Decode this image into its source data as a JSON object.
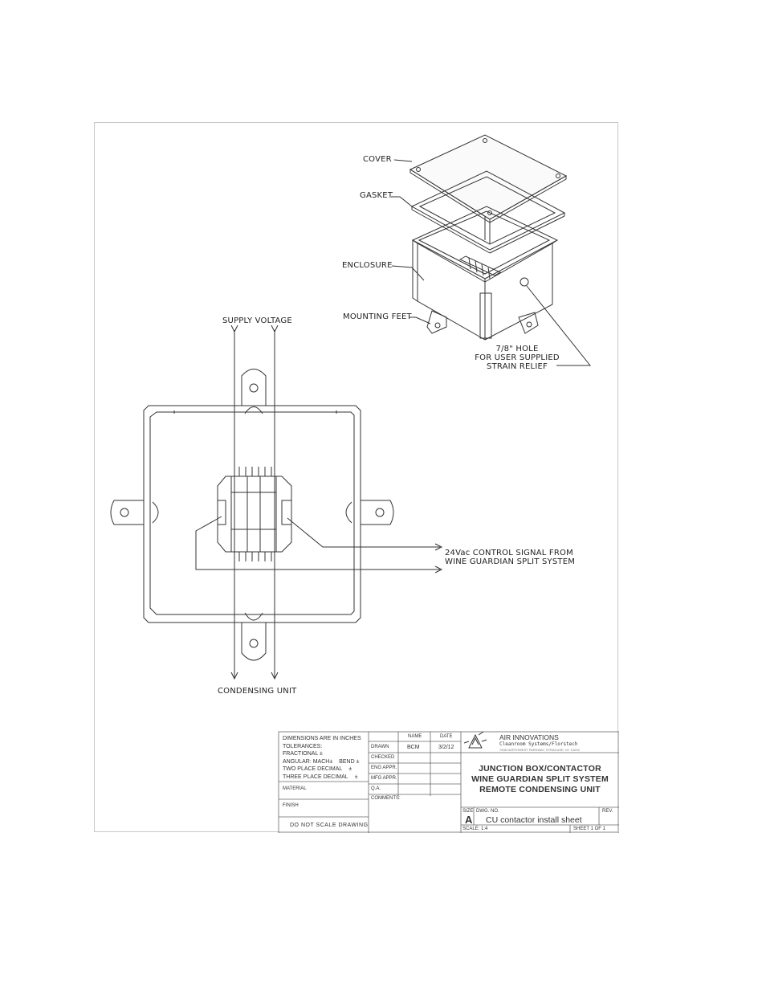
{
  "callouts": {
    "cover": "COVER",
    "gasket": "GASKET",
    "enclosure": "ENCLOSURE",
    "mounting_feet": "MOUNTING FEET",
    "hole_line1": "7/8\" HOLE",
    "hole_line2": "FOR USER SUPPLIED",
    "hole_line3": "STRAIN RELIEF",
    "supply_voltage": "SUPPLY VOLTAGE",
    "condensing_unit": "CONDENSING UNIT",
    "control_line1": "24Vac CONTROL SIGNAL FROM",
    "control_line2": "WINE GUARDIAN SPLIT SYSTEM"
  },
  "title_block": {
    "tolerances": {
      "line1": "DIMENSIONS ARE IN INCHES",
      "line2": "TOLERANCES:",
      "fractional": "FRACTIONAL ±",
      "angular": "ANGULAR: MACH±",
      "bend": "BEND ±",
      "two_place": "TWO PLACE DECIMAL",
      "two_place_sym": "±",
      "three_place": "THREE PLACE DECIMAL",
      "three_place_sym": "±"
    },
    "material": "MATERIAL",
    "finish": "FINISH",
    "do_not_scale": "DO NOT SCALE DRAWING",
    "hdr_name": "NAME",
    "hdr_date": "DATE",
    "row_drawn": "DRAWN",
    "drawn_name": "BCM",
    "drawn_date": "3/2/12",
    "row_checked": "CHECKED",
    "row_eng": "ENG APPR.",
    "row_mfg": "MFG APPR.",
    "row_qa": "Q.A.",
    "row_comments": "COMMENTS:",
    "company": "AIR INNOVATIONS",
    "company_sub": "Cleanroom Systems/Florstech",
    "company_addr": "7008 NORTHWEST PARKWAY, SYRACUSE, NY 13209",
    "title1": "JUNCTION BOX/CONTACTOR",
    "title2": "WINE GUARDIAN SPLIT SYSTEM",
    "title3": "REMOTE CONDENSING UNIT",
    "size_label": "SIZE",
    "size": "A",
    "dwg_label": "DWG. NO.",
    "dwg_no": "CU contactor install sheet",
    "rev_label": "REV.",
    "scale": "SCALE: 1:4",
    "sheet": "SHEET 1 OF 1"
  }
}
